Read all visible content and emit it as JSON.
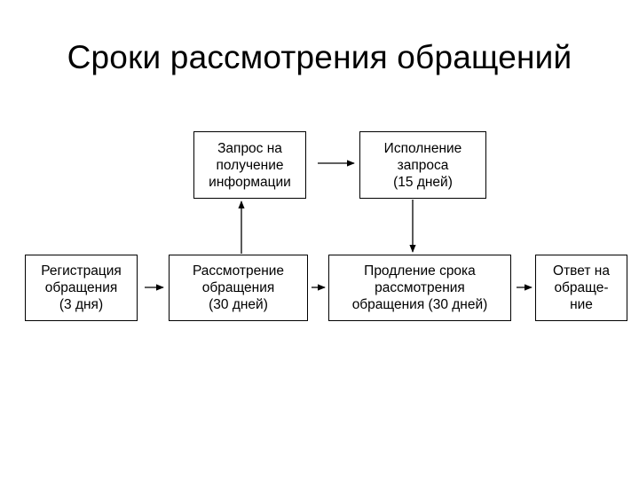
{
  "title": "Сроки рассмотрения обращений",
  "boxes": {
    "registration": "Регистрация\nобращения\n(3 дня)",
    "review": "Рассмотрение\nобращения\n(30 дней)",
    "extension": "Продление срока\nрассмотрения\nобращения  (30 дней)",
    "answer": "Ответ на\nобраще-\nние",
    "info_request": "Запрос на\nполучение\nинформации",
    "execution": "Исполнение\nзапроса\n(15 дней)"
  },
  "colors": {
    "line": "#000000",
    "background": "#ffffff"
  }
}
